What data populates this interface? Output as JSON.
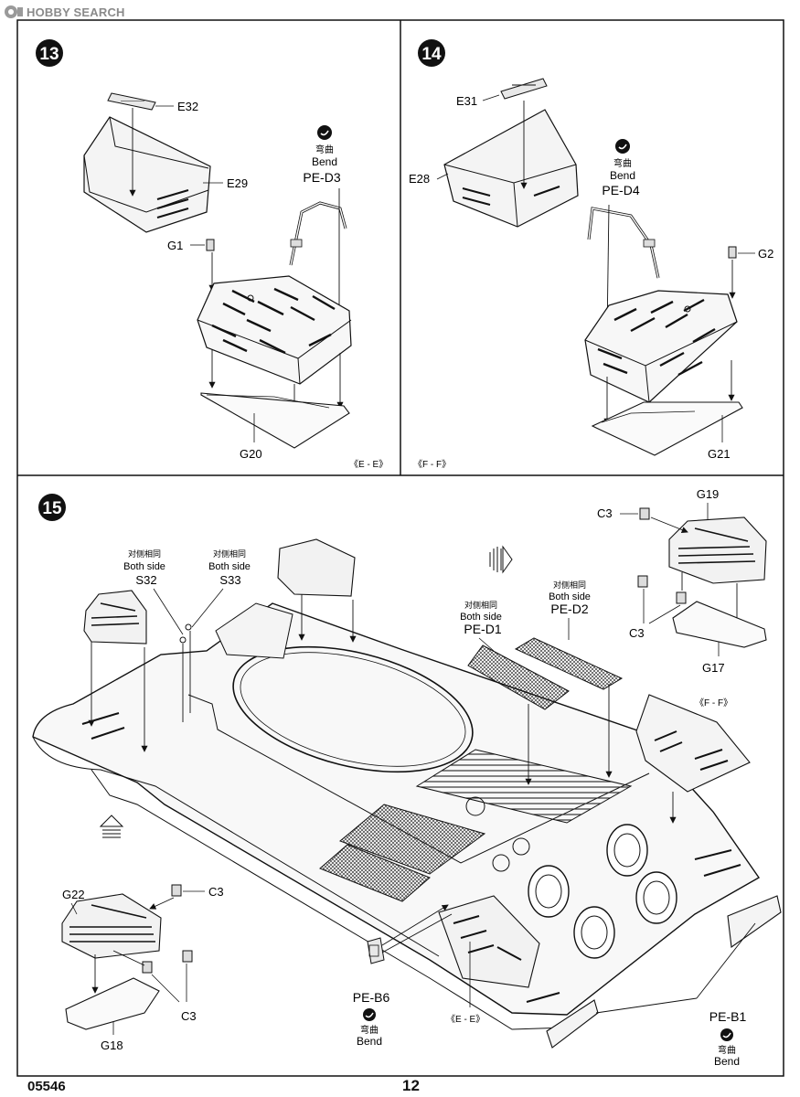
{
  "watermark": {
    "text": "HOBBY SEARCH"
  },
  "steps": [
    {
      "number": "13",
      "section_ref": "《E - E》",
      "parts": {
        "top_plate": "E32",
        "box": "E29",
        "latch": "G1",
        "mesh": "G20",
        "pe": "PE-D3"
      },
      "bend": {
        "cn": "弯曲",
        "en": "Bend"
      }
    },
    {
      "number": "14",
      "section_ref": "《F - F》",
      "parts": {
        "top_plate": "E31",
        "box": "E28",
        "latch": "G2",
        "mesh": "G21",
        "pe": "PE-D4"
      },
      "bend": {
        "cn": "弯曲",
        "en": "Bend"
      }
    },
    {
      "number": "15",
      "labels": {
        "both_side_cn": "对侧相同",
        "both_side_en": "Both side",
        "s32": "S32",
        "s33": "S33",
        "pe_d1": "PE-D1",
        "pe_d2": "PE-D2",
        "g19": "G19",
        "c3": "C3",
        "g17": "G17",
        "ff_ref": "《F - F》",
        "g22": "G22",
        "g18": "G18",
        "pe_b6": "PE-B6",
        "ee_ref": "《E - E》",
        "pe_b1": "PE-B1",
        "bend_cn": "弯曲",
        "bend_en": "Bend"
      }
    }
  ],
  "footer": {
    "product_code": "05546",
    "page_number": "12"
  }
}
